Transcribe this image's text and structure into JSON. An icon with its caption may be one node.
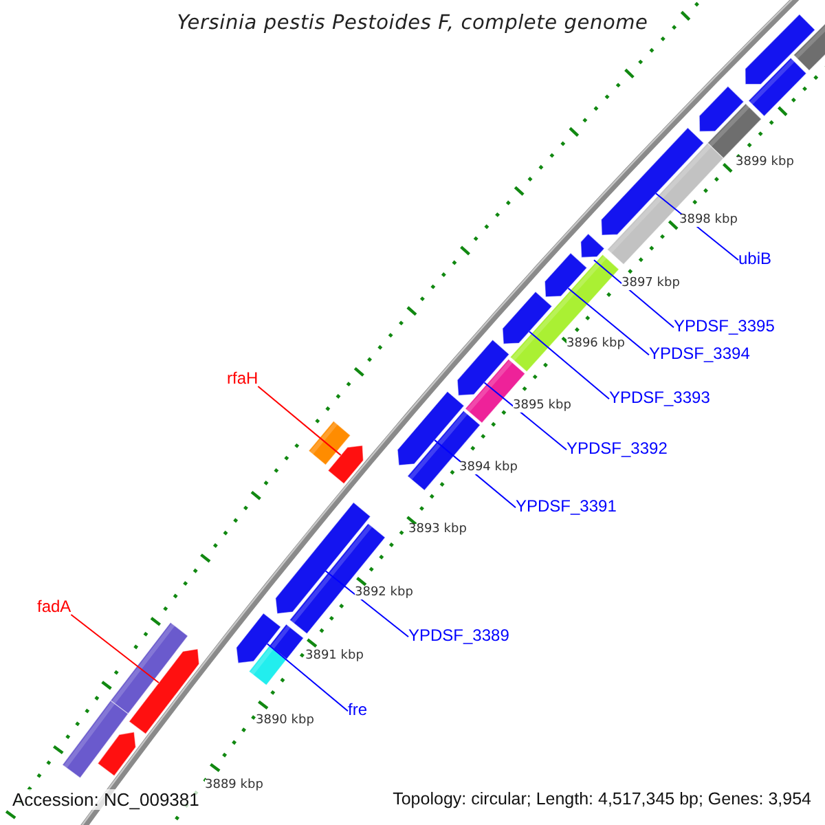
{
  "diagram": {
    "title": "Yersinia pestis Pestoides F, complete genome",
    "nodes": [
      {
        "text": [
          "ubiB"
        ]
      },
      {
        "text": [
          "YPDSF_3395"
        ]
      },
      {
        "text": [
          "YPDSF_3394"
        ]
      },
      {
        "text": [
          "rfaH"
        ]
      },
      {
        "text": [
          "YPDSF_3393"
        ]
      },
      {
        "text": [
          "YPDSF_3392"
        ]
      },
      {
        "text": [
          "YPDSF_3391"
        ]
      },
      {
        "text": [
          "fadA"
        ]
      },
      {
        "text": [
          "YPDSF_3389"
        ]
      },
      {
        "text": [
          "fre"
        ]
      },
      {
        "text": [],
        "shape": "bar"
      },
      {
        "text": [],
        "shape": "arrow"
      },
      {
        "text": [],
        "shape": "bar"
      },
      {
        "text": [],
        "shape": "arrow"
      },
      {
        "text": [],
        "shape": "bar"
      },
      {
        "text": [],
        "shape": "arrow"
      },
      {
        "text": [],
        "shape": "bar"
      },
      {
        "text": [],
        "shape": "arrow"
      },
      {
        "text": [],
        "shape": "arrow"
      },
      {
        "text": [],
        "shape": "bar"
      },
      {
        "text": [],
        "shape": "arrow"
      },
      {
        "text": [],
        "shape": "arrow"
      },
      {
        "text": [],
        "shape": "bar"
      },
      {
        "text": [],
        "shape": "arrow"
      },
      {
        "text": [],
        "shape": "bar"
      },
      {
        "text": [],
        "shape": "bar"
      },
      {
        "text": [],
        "shape": "arrow"
      },
      {
        "text": [],
        "shape": "arrow"
      },
      {
        "text": [],
        "shape": "bar"
      },
      {
        "text": [],
        "shape": "bar"
      },
      {
        "text": [],
        "shape": "arrow"
      },
      {
        "text": [],
        "shape": "bar"
      },
      {
        "text": [],
        "shape": "bar"
      },
      {
        "text": [],
        "shape": "arrow"
      },
      {
        "text": [],
        "shape": "arrow"
      },
      {
        "text": [],
        "shape": "bar"
      }
    ],
    "edges": [
      {
        "from": 0,
        "to": 15,
        "arrow": "none"
      },
      {
        "from": 1,
        "to": 17,
        "arrow": "none"
      },
      {
        "from": 2,
        "to": 18,
        "arrow": "none"
      },
      {
        "from": 3,
        "to": 26,
        "arrow": "none",
        "color": "#ff0000"
      },
      {
        "from": 4,
        "to": 20,
        "arrow": "none"
      },
      {
        "from": 5,
        "to": 21,
        "arrow": "none"
      },
      {
        "from": 6,
        "to": 23,
        "arrow": "none"
      },
      {
        "from": 7,
        "to": 33,
        "arrow": "none",
        "color": "#ff0000"
      },
      {
        "from": 8,
        "to": 27,
        "arrow": "none"
      },
      {
        "from": 9,
        "to": 30,
        "arrow": "none"
      }
    ],
    "labels": [
      "3899 kbp",
      "3898 kbp",
      "3897 kbp",
      "3896 kbp",
      "3895 kbp",
      "3894 kbp",
      "3893 kbp",
      "3892 kbp",
      "3891 kbp",
      "3890 kbp",
      "3889 kbp",
      "Accession: NC_009381",
      "Topology: circular; Length: 4,517,345 bp; Genes: 3,954"
    ]
  }
}
